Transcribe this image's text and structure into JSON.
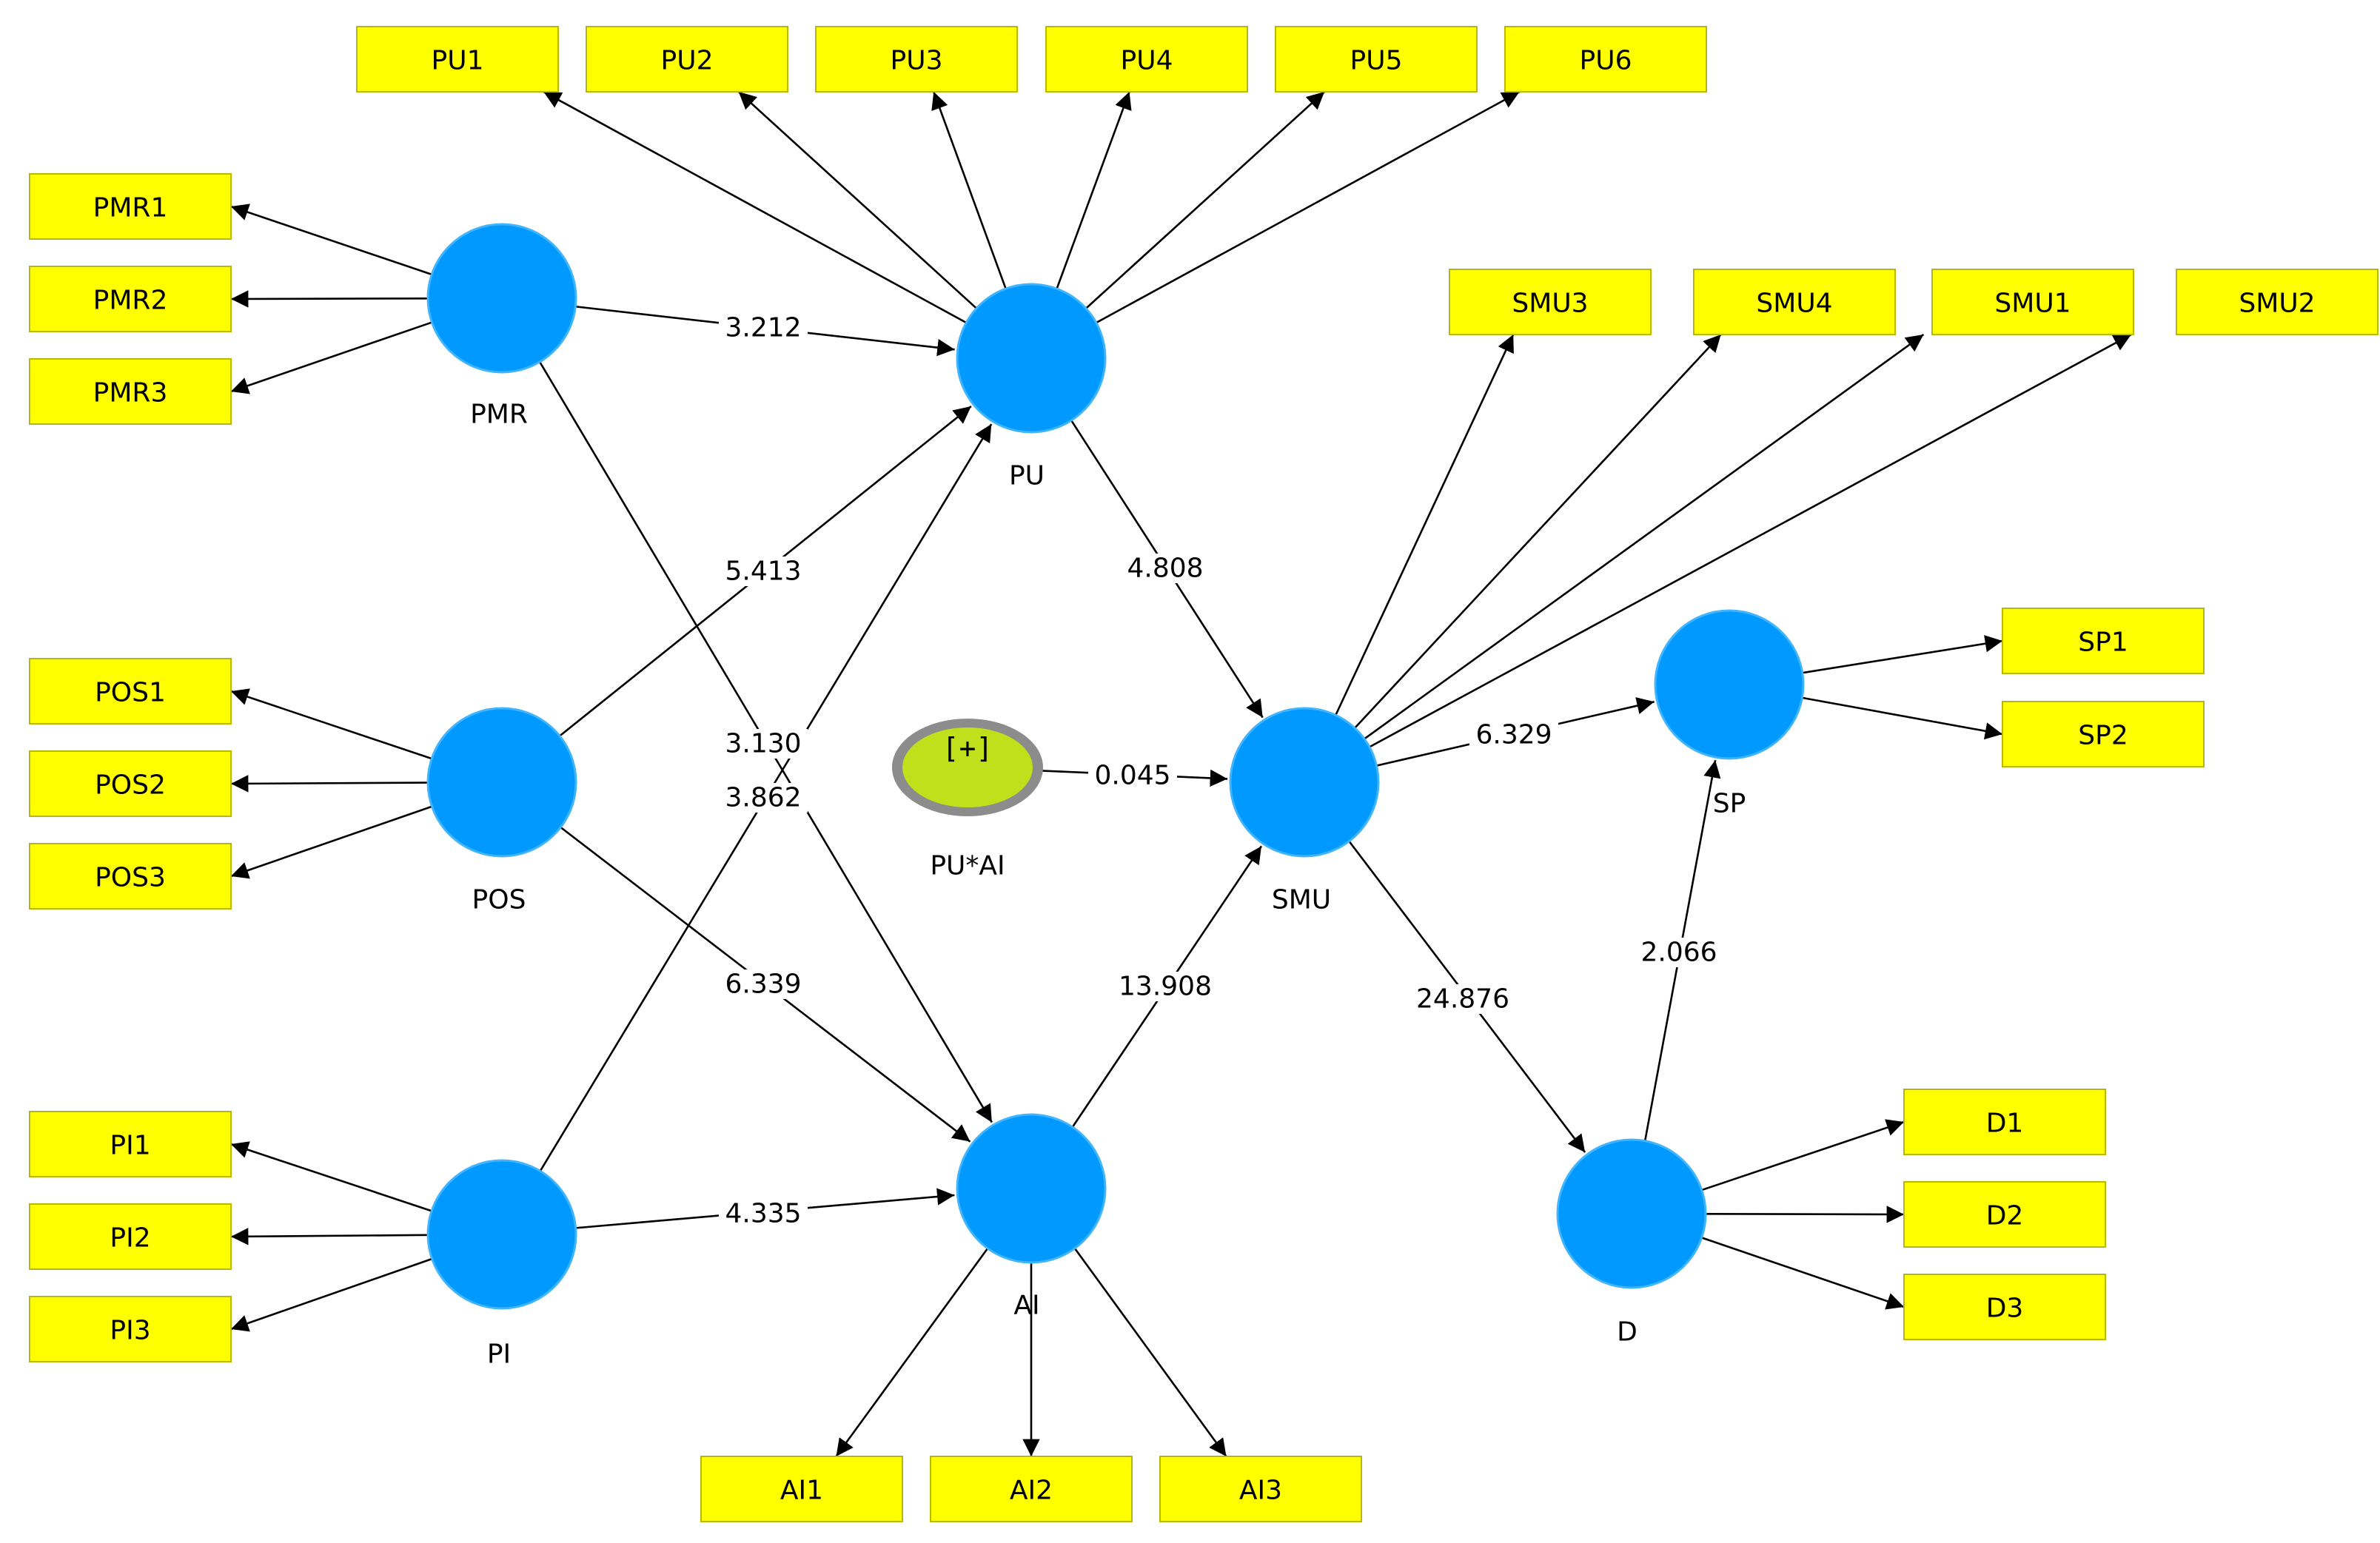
{
  "colors": {
    "indicator_fill": "#ffff00",
    "latent_fill": "#0099ff",
    "moderator_fill": "#bfe01a",
    "moderator_ring": "#8c8c8c",
    "edge": "#000000"
  },
  "constructs": [
    {
      "id": "PMR",
      "label": "PMR"
    },
    {
      "id": "POS",
      "label": "POS"
    },
    {
      "id": "PI",
      "label": "PI"
    },
    {
      "id": "PU",
      "label": "PU"
    },
    {
      "id": "AI",
      "label": "AI"
    },
    {
      "id": "SMU",
      "label": "SMU"
    },
    {
      "id": "SP",
      "label": "SP"
    },
    {
      "id": "D",
      "label": "D"
    }
  ],
  "moderator": {
    "id": "PUxAI",
    "label": "PU*AI",
    "icon": "[+]"
  },
  "indicators": [
    {
      "id": "PU1",
      "label": "PU1",
      "construct": "PU"
    },
    {
      "id": "PU2",
      "label": "PU2",
      "construct": "PU"
    },
    {
      "id": "PU3",
      "label": "PU3",
      "construct": "PU"
    },
    {
      "id": "PU4",
      "label": "PU4",
      "construct": "PU"
    },
    {
      "id": "PU5",
      "label": "PU5",
      "construct": "PU"
    },
    {
      "id": "PU6",
      "label": "PU6",
      "construct": "PU"
    },
    {
      "id": "PMR1",
      "label": "PMR1",
      "construct": "PMR"
    },
    {
      "id": "PMR2",
      "label": "PMR2",
      "construct": "PMR"
    },
    {
      "id": "PMR3",
      "label": "PMR3",
      "construct": "PMR"
    },
    {
      "id": "POS1",
      "label": "POS1",
      "construct": "POS"
    },
    {
      "id": "POS2",
      "label": "POS2",
      "construct": "POS"
    },
    {
      "id": "POS3",
      "label": "POS3",
      "construct": "POS"
    },
    {
      "id": "PI1",
      "label": "PI1",
      "construct": "PI"
    },
    {
      "id": "PI2",
      "label": "PI2",
      "construct": "PI"
    },
    {
      "id": "PI3",
      "label": "PI3",
      "construct": "PI"
    },
    {
      "id": "SMU3",
      "label": "SMU3",
      "construct": "SMU"
    },
    {
      "id": "SMU4",
      "label": "SMU4",
      "construct": "SMU"
    },
    {
      "id": "SMU1",
      "label": "SMU1",
      "construct": "SMU"
    },
    {
      "id": "SMU2",
      "label": "SMU2",
      "construct": "SMU"
    },
    {
      "id": "SP1",
      "label": "SP1",
      "construct": "SP"
    },
    {
      "id": "SP2",
      "label": "SP2",
      "construct": "SP"
    },
    {
      "id": "D1",
      "label": "D1",
      "construct": "D"
    },
    {
      "id": "D2",
      "label": "D2",
      "construct": "D"
    },
    {
      "id": "D3",
      "label": "D3",
      "construct": "D"
    },
    {
      "id": "AI1",
      "label": "AI1",
      "construct": "AI"
    },
    {
      "id": "AI2",
      "label": "AI2",
      "construct": "AI"
    },
    {
      "id": "AI3",
      "label": "AI3",
      "construct": "AI"
    }
  ],
  "paths": [
    {
      "from": "PMR",
      "to": "PU",
      "coef": "3.212"
    },
    {
      "from": "POS",
      "to": "PU",
      "coef": "5.413"
    },
    {
      "from": "PMR",
      "to": "AI",
      "coef": "3.130"
    },
    {
      "from": "PI",
      "to": "PU",
      "coef": "3.862"
    },
    {
      "from": "POS",
      "to": "AI",
      "coef": "6.339"
    },
    {
      "from": "PI",
      "to": "AI",
      "coef": "4.335"
    },
    {
      "from": "PU",
      "to": "SMU",
      "coef": "4.808"
    },
    {
      "from": "PUxAI",
      "to": "SMU",
      "coef": "0.045"
    },
    {
      "from": "AI",
      "to": "SMU",
      "coef": "13.908"
    },
    {
      "from": "SMU",
      "to": "SP",
      "coef": "6.329"
    },
    {
      "from": "SMU",
      "to": "D",
      "coef": "24.876"
    },
    {
      "from": "D",
      "to": "SP",
      "coef": "2.066"
    }
  ]
}
